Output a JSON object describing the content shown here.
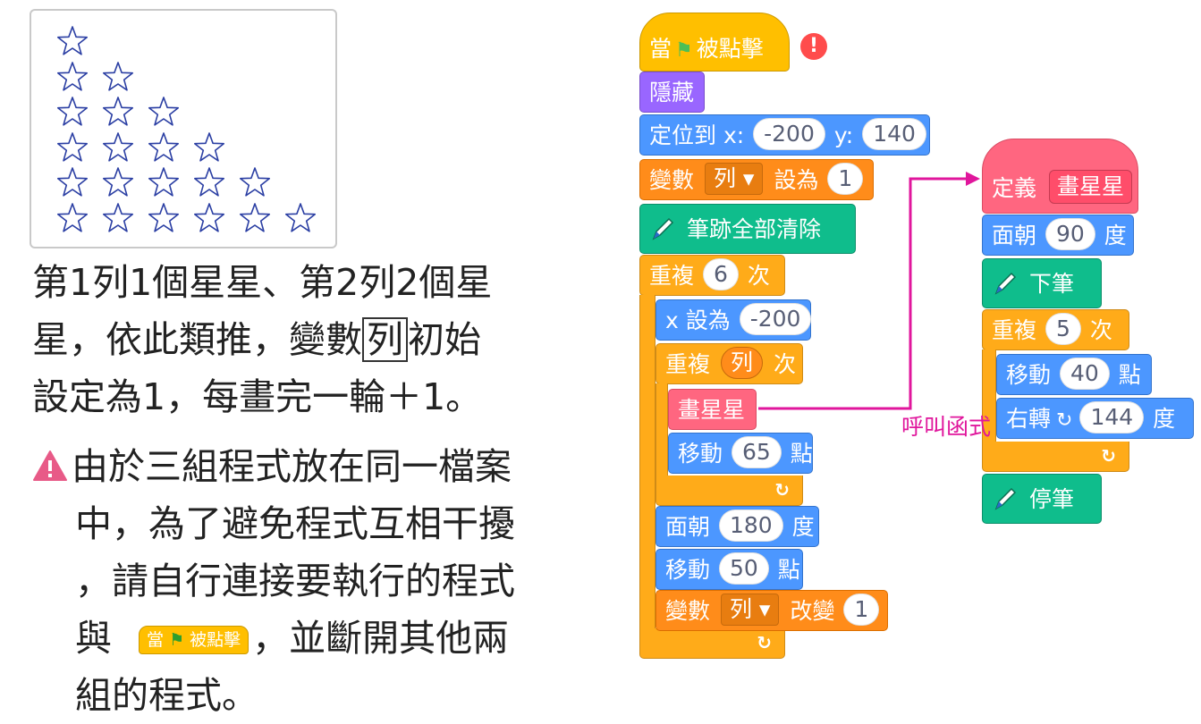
{
  "star_preview": {
    "rows": [
      1,
      2,
      3,
      4,
      5,
      6
    ],
    "star_color": "#2a3ea3"
  },
  "description": {
    "line1": "第1列1個星星、第2列2個星",
    "line2_a": "星，依此類推，變數",
    "line2_boxed": "列",
    "line2_b": "初始",
    "line3": "設定為1，每畫完一輪＋1。"
  },
  "note": {
    "line1": "由於三組程式放在同一檔案",
    "line2": "中，為了避免程式互相干擾",
    "line3": "，請自行連接要執行的程式",
    "line4_a": "與",
    "line4_hat_a": "當",
    "line4_hat_b": "被點擊",
    "line4_b": "，並斷開其他兩",
    "line5": "組的程式。"
  },
  "main_script": {
    "hat_when": "當",
    "hat_clicked": "被點擊",
    "error_mark": "!",
    "hide": "隱藏",
    "goto_label": "定位到 x:",
    "goto_x": "-200",
    "goto_y_label": "y:",
    "goto_y": "140",
    "set_var_label": "變數",
    "set_var_name": "列",
    "set_var_to": "設為",
    "set_var_value": "1",
    "clear": "筆跡全部清除",
    "repeat_outer_label": "重複",
    "repeat_outer_count": "6",
    "repeat_outer_times": "次",
    "set_x_label": "x 設為",
    "set_x_value": "-200",
    "repeat_inner_label": "重複",
    "repeat_inner_var": "列",
    "repeat_inner_times": "次",
    "call_block": "畫星星",
    "move_label": "移動",
    "move_value": "65",
    "move_unit": "點",
    "point_label": "面朝",
    "point_value": "180",
    "point_unit": "度",
    "move2_label": "移動",
    "move2_value": "50",
    "move2_unit": "點",
    "change_var_label": "變數",
    "change_var_name": "列",
    "change_var_by": "改變",
    "change_var_value": "1"
  },
  "define_script": {
    "define_label": "定義",
    "define_name": "畫星星",
    "point_label": "面朝",
    "point_value": "90",
    "point_unit": "度",
    "pen_down": "下筆",
    "repeat_label": "重複",
    "repeat_count": "5",
    "repeat_times": "次",
    "move_label": "移動",
    "move_value": "40",
    "move_unit": "點",
    "turn_label": "右轉",
    "turn_value": "144",
    "turn_unit": "度",
    "pen_up": "停筆"
  },
  "annotation": {
    "call_label": "呼叫函式",
    "arrow_color": "#e0169c"
  },
  "icons": {
    "flag": "green-flag-icon",
    "pen": "pen-icon",
    "loop": "loop-arrow-icon",
    "turn": "turn-right-icon",
    "warning": "warning-triangle-icon",
    "error": "error-icon"
  }
}
